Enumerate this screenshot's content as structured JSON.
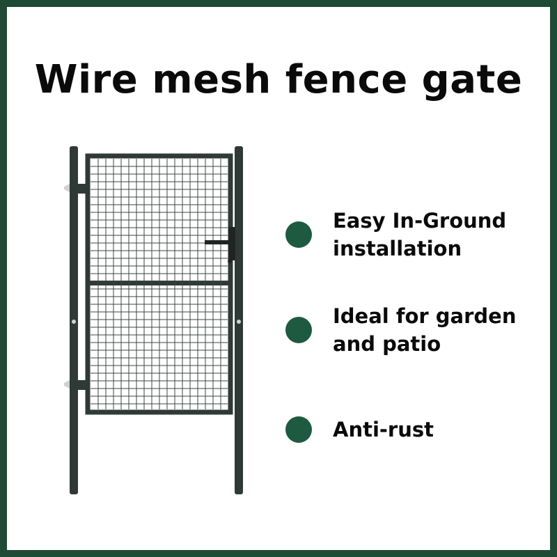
{
  "title": "Wire mesh fence gate",
  "colors": {
    "border": "#1f4a36",
    "bullet": "#1e5a3f",
    "gate_metal": "#2f3a36",
    "mesh": "#3a4440"
  },
  "illustration": {
    "icon": "wire-mesh-gate-image"
  },
  "features": [
    {
      "text": "Easy In-Ground\ninstallation"
    },
    {
      "text": "Ideal for garden\nand patio"
    },
    {
      "text": "Anti-rust"
    }
  ]
}
